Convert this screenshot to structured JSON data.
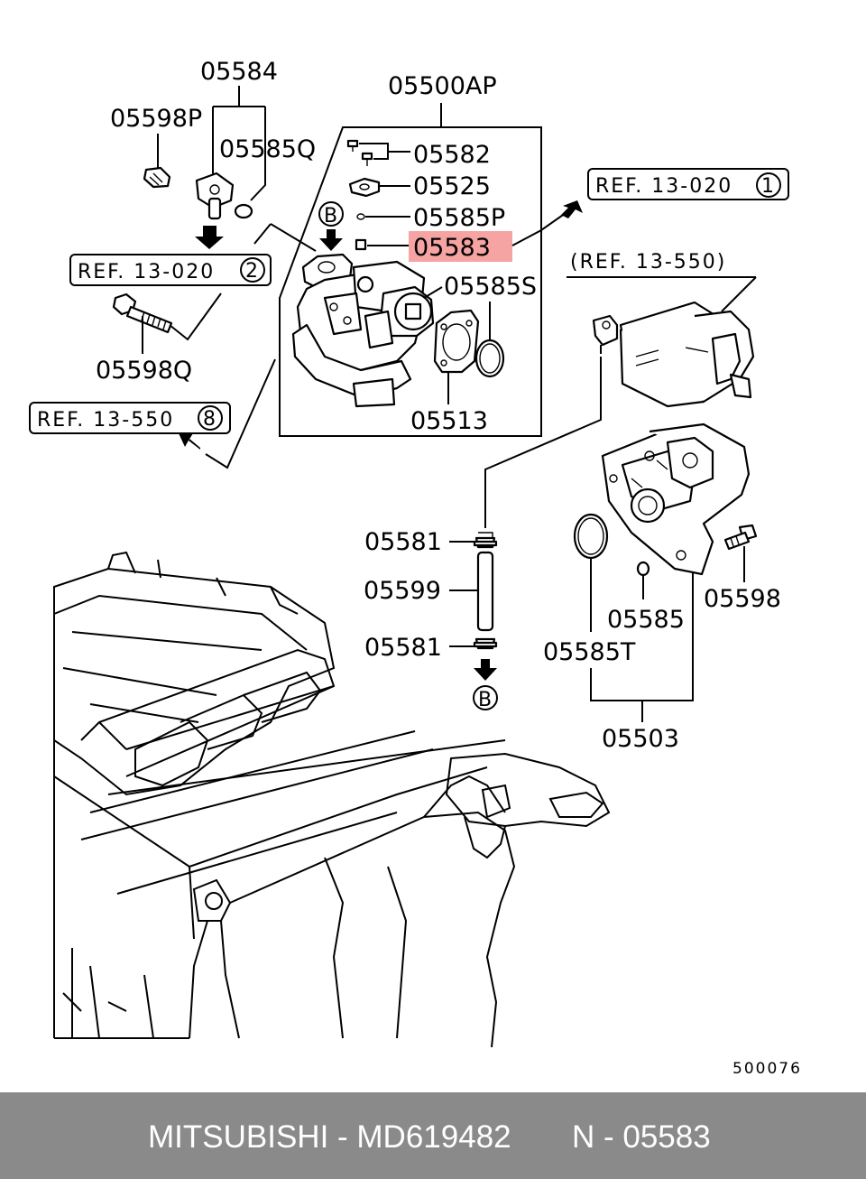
{
  "parts": {
    "p05584": "05584",
    "p05500AP": "05500AP",
    "p05598P": "05598P",
    "p05585Q": "05585Q",
    "p05582": "05582",
    "p05525": "05525",
    "p05585P": "05585P",
    "p05583": "05583",
    "p05585S": "05585S",
    "p05513": "05513",
    "p05598Q": "05598Q",
    "p05581a": "05581",
    "p05599": "05599",
    "p05581b": "05581",
    "p05585": "05585",
    "p05585T": "05585T",
    "p05598": "05598",
    "p05503": "05503"
  },
  "refs": {
    "r1_text": "REF. 13-020",
    "r1_num": "1",
    "r2_text": "REF. 13-020",
    "r2_num": "2",
    "r3_text": "REF. 13-550",
    "r3_num": "8",
    "r4_text": "(REF. 13-550)"
  },
  "markers": {
    "b_top": "B",
    "b_bottom": "B"
  },
  "diagram_code": "500076",
  "highlight_color": "#f5a3a3",
  "footer": {
    "brand_part": "MITSUBISHI - MD619482",
    "ref_no": "N - 05583"
  }
}
